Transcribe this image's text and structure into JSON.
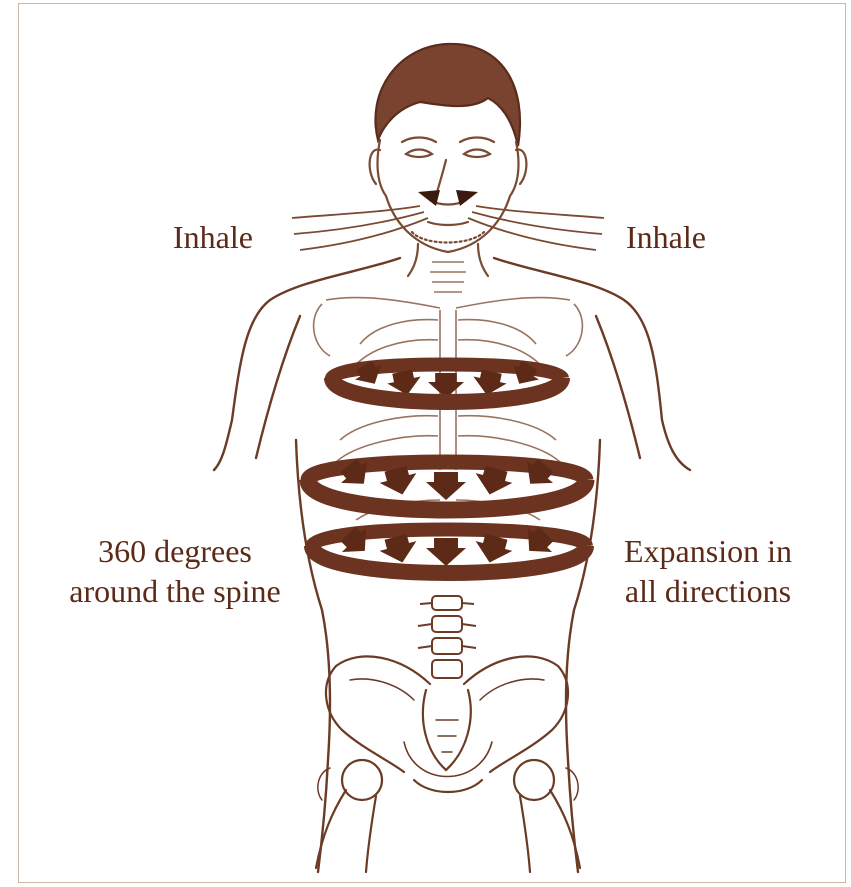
{
  "labels": {
    "inhale_left": "Inhale",
    "inhale_right": "Inhale",
    "spine_line1": "360 degrees",
    "spine_line2": "around the spine",
    "expansion_line1": "Expansion in",
    "expansion_line2": "all directions"
  },
  "colors": {
    "ink": "#5c2a17",
    "band": "#6b3320",
    "sketch": "#7a4a33",
    "frame": "#cbb8a6"
  },
  "icons": {
    "ribs": "rib-cage-sketch",
    "pelvis": "pelvis-sketch",
    "band": "expansion-ring",
    "arrow": "inward-arrow-icon"
  }
}
